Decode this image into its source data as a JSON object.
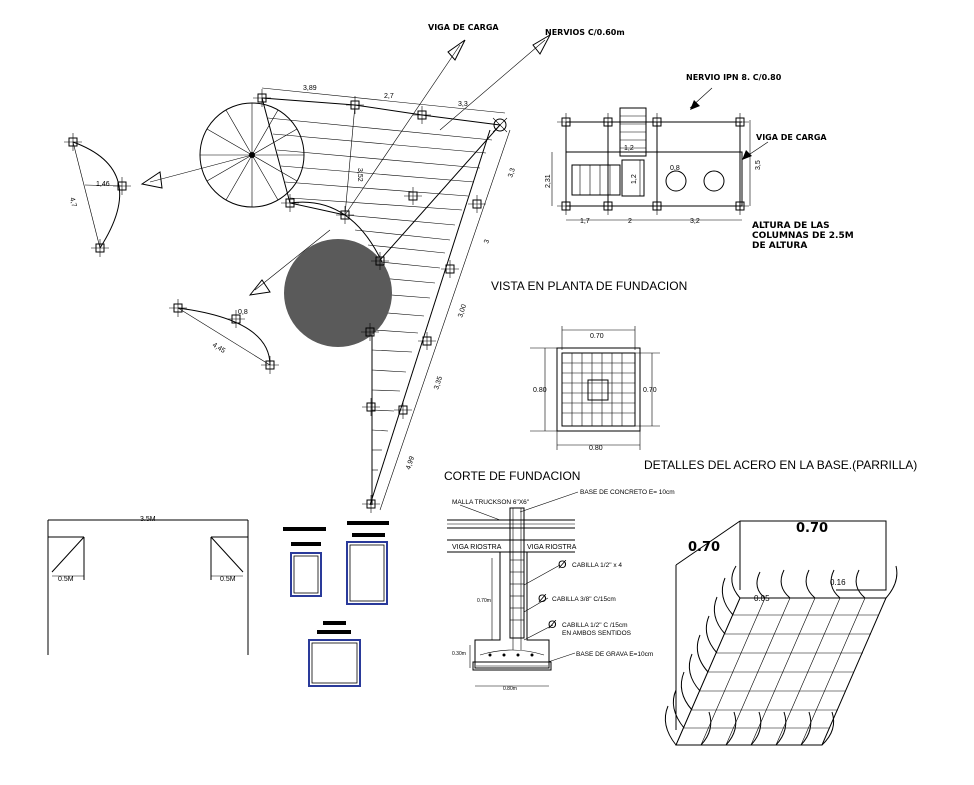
{
  "plan": {
    "title": "VISTA EN PLANTA DE FUNDACION",
    "callouts": [
      "VIGA DE CARGA",
      "NERVIOS C/0.60m"
    ],
    "dims": [
      "3,89",
      "2,7",
      "3,3",
      "3,3",
      "3,52",
      "3",
      "1,46",
      "4,7",
      "0,8",
      "4,45",
      "3,00",
      "3,35",
      "4,99"
    ]
  },
  "elevation_plan": {
    "callouts": [
      "NERVIO IPN 8. C/0.80",
      "VIGA DE CARGA"
    ],
    "dims": [
      "2,31",
      "1,2",
      "1,2",
      "0,8",
      "3,5",
      "1,7",
      "2",
      "3,2"
    ],
    "note": [
      "ALTURA DE LAS",
      "COLUMNAS DE 2.5M",
      "DE ALTURA"
    ]
  },
  "parrilla": {
    "dims": [
      "0.70",
      "0.80",
      "0.70",
      "0.80"
    ],
    "title": "DETALLES DEL ACERO EN LA BASE.(PARRILLA)"
  },
  "frame": {
    "span": "3.5M",
    "left": "0.5M",
    "right": "0.5M"
  },
  "corte": {
    "title": "CORTE DE FUNDACION",
    "malla": "MALLA TRUCKSON 6\"X6\"",
    "base_concreto": "BASE DE CONCRETO E= 10cm",
    "riostra_left": "VIGA RIOSTRA",
    "riostra_right": "VIGA RIOSTRA",
    "cabilla1": "CABILLA 1/2\" x 4",
    "cabilla2": "CABILLA 3/8\" C/15cm",
    "cabilla3a": "CABILLA 1/2\" C /15cm",
    "cabilla3b": "EN AMBOS SENTIDOS",
    "base_grava": "BASE DE GRAVA E=10cm",
    "dim_h": "0.70m",
    "dim_b": "0.30m",
    "dim_w": "0.80m",
    "diam": "Ø"
  },
  "iso": {
    "top": "0.70",
    "left": "0.70",
    "d1": "0.05",
    "d2": "0.16"
  }
}
